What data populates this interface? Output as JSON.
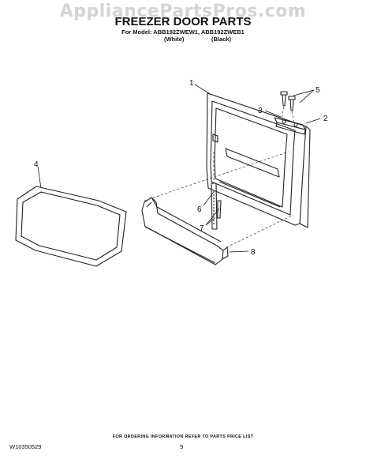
{
  "watermark": "AppliancePartsPros.com",
  "header": {
    "title": "FREEZER DOOR PARTS",
    "model_line": "For Model: ABB192ZWEW1, ABB192ZWEB1",
    "variant_white": "(White)",
    "variant_black": "(Black)"
  },
  "callouts": [
    "1",
    "2",
    "3",
    "4",
    "5",
    "6",
    "7",
    "8"
  ],
  "footer": {
    "note": "FOR ORDERING INFORMATION REFER TO PARTS PRICE LIST",
    "doc_id": "W10350529",
    "page_number": "9"
  }
}
